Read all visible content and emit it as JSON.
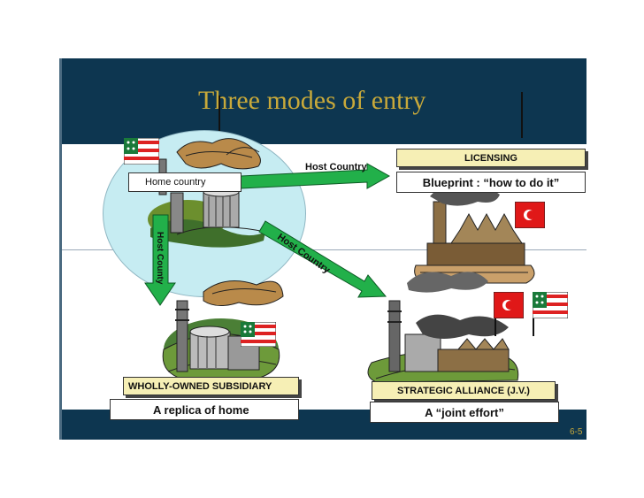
{
  "slide": {
    "title": "Three modes of entry",
    "page_number": "6-5"
  },
  "labels": {
    "home_country": "Home country",
    "host_country_top": "Host Country",
    "host_country_diag": "Host Country",
    "host_county_vert": "Host County",
    "licensing": "LICENSING",
    "blueprint": "Blueprint : “how to do it”",
    "wholly_owned": "WHOLLY-OWNED SUBSIDIARY",
    "replica": "A replica of home",
    "strategic_alliance": "STRATEGIC ALLIANCE (J.V.)",
    "joint_effort": "A “joint effort”"
  },
  "colors": {
    "background": "#0d3650",
    "title": "#c8a93a",
    "arrow": "#22b04a",
    "oval": "#c6ecf2",
    "label_yellow": "#f6efb5"
  },
  "icons": [
    "home-flag-icon",
    "host-flag-icon",
    "factory-icon",
    "arrow-right-icon",
    "arrow-down-icon",
    "arrow-diagonal-icon"
  ]
}
